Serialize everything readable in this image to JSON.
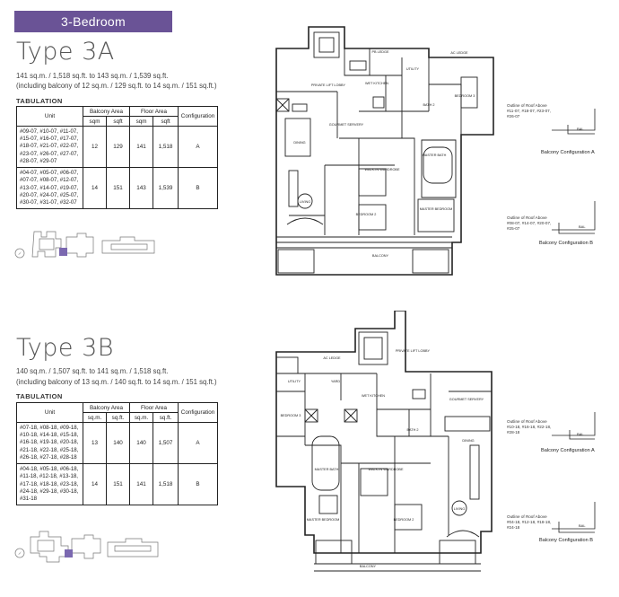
{
  "banner": "3-Bedroom",
  "units": [
    {
      "title": "Type 3A",
      "area_line1": "141 sq.m. / 1,518 sq.ft. to 143 sq.m. / 1,539 sq.ft.",
      "area_line2": "(including balcony of 12 sq.m. / 129 sq.ft. to 14 sq.m. / 151 sq.ft.)",
      "tabulation_label": "TABULATION",
      "headers": {
        "unit": "Unit",
        "balcony_area": "Balcony Area",
        "floor_area": "Floor Area",
        "configuration": "Configuration",
        "sqm": "sqm",
        "sqft": "sqft"
      },
      "rows": [
        {
          "units": "#09-07, #10-07, #11-07, #15-07, #16-07, #17-07, #18-07, #21-07, #22-07, #23-07, #26-07, #27-07, #28-07, #29-07",
          "balcony_sqm": "12",
          "balcony_sqft": "129",
          "floor_sqm": "141",
          "floor_sqft": "1,518",
          "config": "A"
        },
        {
          "units": "#04-07, #05-07, #06-07, #07-07, #08-07, #12-07, #13-07, #14-07, #19-07, #20-07, #24-07, #25-07, #30-07, #31-07, #32-07",
          "balcony_sqm": "14",
          "balcony_sqft": "151",
          "floor_sqm": "143",
          "floor_sqft": "1,539",
          "config": "B"
        }
      ],
      "plan_labels": {
        "pb_ledge": "PB LEDGE",
        "private_lift_lobby": "PRIVATE LIFT LOBBY",
        "wet_kitchen": "WET KITCHEN",
        "utility": "UTILITY",
        "ac_ledge": "AC LEDGE",
        "bedroom3": "BEDROOM 3",
        "bath2": "BATH 2",
        "gourmet_servery": "GOURMET SERVERY",
        "dining": "DINING",
        "master_bath": "MASTER BATH",
        "walkin_wardrobe": "WALK-IN WARDROBE",
        "living": "LIVING",
        "bedroom2": "BEDROOM 2",
        "master_bedroom": "MASTER BEDROOM",
        "balcony": "BALCONY"
      },
      "config_a": {
        "outline": "Outline of Roof Above #11-07, #18-07, #23-07, #26-07",
        "bal": "BAL",
        "name": "Balcony Configuration A"
      },
      "config_b": {
        "outline": "Outline of Roof Above #08-07, #14-07, #20-07, #25-07",
        "bal": "BAL",
        "name": "Balcony Configuration B"
      }
    },
    {
      "title": "Type 3B",
      "area_line1": "140 sq.m. / 1,507 sq.ft. to 141 sq.m. / 1,518 sq.ft.",
      "area_line2": "(including balcony of 13 sq.m. / 140 sq.ft. to 14 sq.m. / 151 sq.ft.)",
      "tabulation_label": "TABULATION",
      "headers": {
        "unit": "Unit",
        "balcony_area": "Balcony Area",
        "floor_area": "Floor Area",
        "configuration": "Configuration",
        "sqm": "sq.m.",
        "sqft": "sq.ft."
      },
      "rows": [
        {
          "units": "#07-18, #08-18, #09-18, #10-18, #14-18, #15-18, #16-18, #19-18, #20-18, #21-18, #22-18, #25-18, #26-18, #27-18, #28-18",
          "balcony_sqm": "13",
          "balcony_sqft": "140",
          "floor_sqm": "140",
          "floor_sqft": "1,507",
          "config": "A"
        },
        {
          "units": "#04-18, #05-18, #06-18, #11-18, #12-18, #13-18, #17-18, #18-18, #23-18, #24-18, #29-18, #30-18, #31-18",
          "balcony_sqm": "14",
          "balcony_sqft": "151",
          "floor_sqm": "141",
          "floor_sqft": "1,518",
          "config": "B"
        }
      ],
      "plan_labels": {
        "ac_ledge": "AC LEDGE",
        "private_lift_lobby": "PRIVATE LIFT LOBBY",
        "utility": "UTILITY",
        "yard": "YARD",
        "wet_kitchen": "WET KITCHEN",
        "bedroom3": "BEDROOM 3",
        "gourmet_servery": "GOURMET SERVERY",
        "bath2": "BATH 2",
        "dining": "DINING",
        "master_bath": "MASTER BATH",
        "walkin_wardrobe": "WALK-IN WARDROBE",
        "living": "LIVING",
        "master_bedroom": "MASTER BEDROOM",
        "bedroom2": "BEDROOM 2",
        "balcony": "BALCONY"
      },
      "config_a": {
        "outline": "Outline of Roof Above #10-18, #16-18, #22-18, #28-18",
        "bal": "BAL",
        "name": "Balcony Configuration A"
      },
      "config_b": {
        "outline": "Outline of Roof Above #04-18, #12-18, #18-18, #24-18",
        "bal": "BAL",
        "name": "Balcony Configuration B"
      }
    }
  ],
  "colors": {
    "banner": "#6a5396",
    "highlight": "#7b68b0"
  }
}
